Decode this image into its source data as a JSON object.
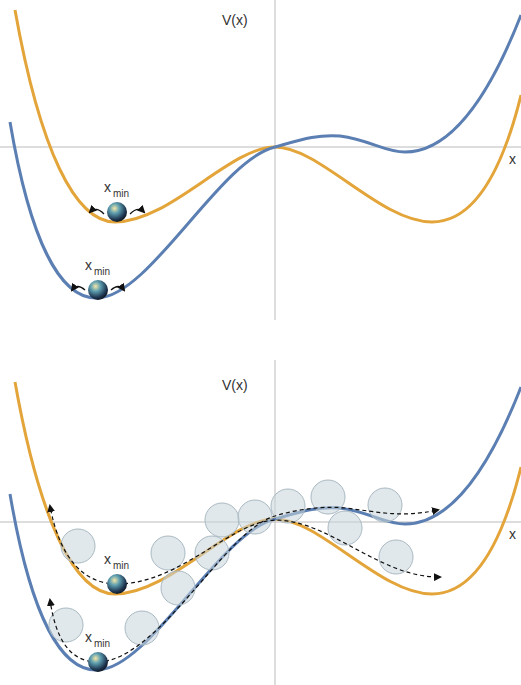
{
  "diagram": {
    "labels": [
      "V(x)",
      "x",
      "x",
      "min",
      "x",
      "min",
      "V(x)",
      "x",
      "x",
      "min",
      "x",
      "min"
    ]
  }
}
